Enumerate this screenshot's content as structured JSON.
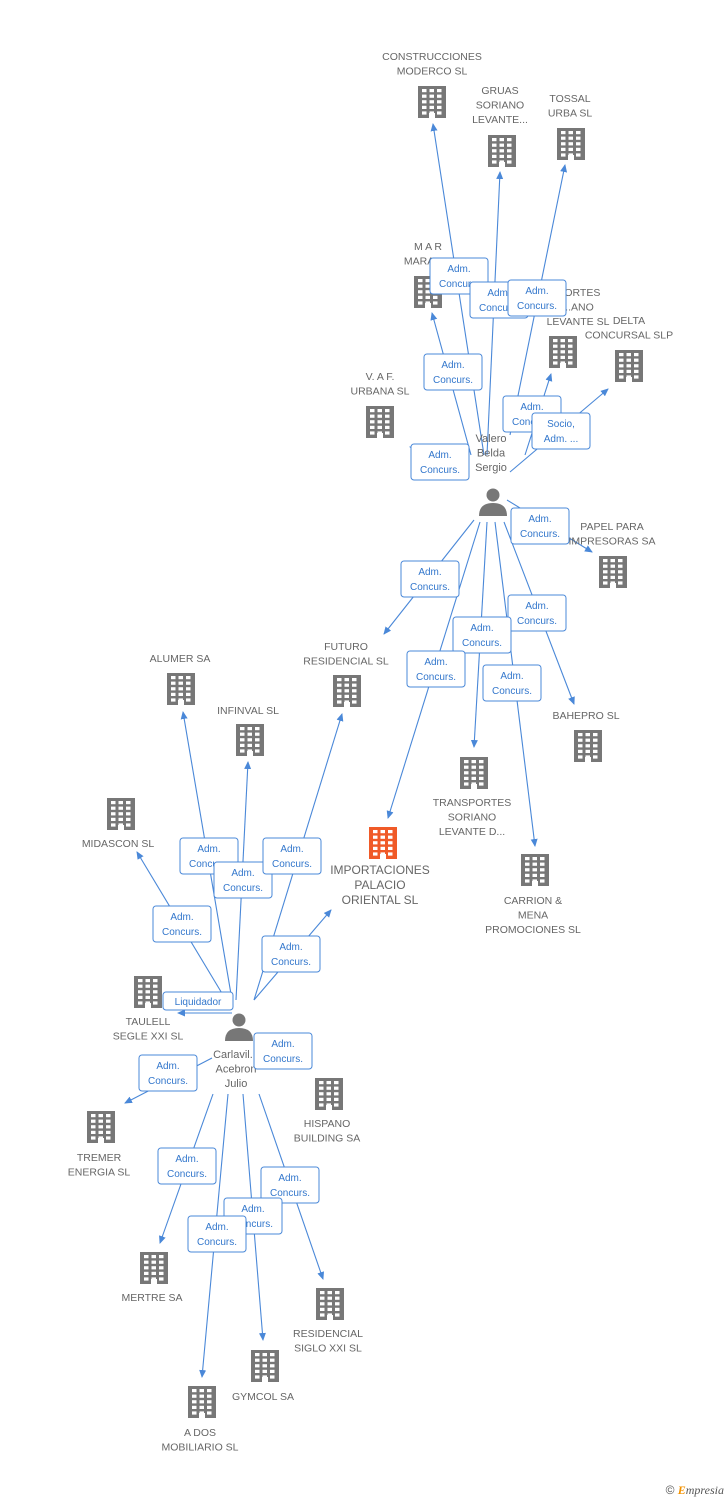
{
  "colors": {
    "building": "#777777",
    "main": "#f05a28",
    "person": "#777777",
    "edge": "#4a88d8",
    "edge_text": "#3377cc"
  },
  "icons": {
    "company": "building-icon",
    "person": "person-icon",
    "copyright": "copyright-icon"
  },
  "footer": {
    "copyright": "©",
    "brand_first": "E",
    "brand_rest": "mpresia"
  },
  "nodes": [
    {
      "id": "construcciones",
      "lines": [
        "CONSTRUCCIONES",
        "MODERCO SL"
      ]
    },
    {
      "id": "gruas",
      "lines": [
        "GRUAS",
        "SORIANO",
        "LEVANTE..."
      ]
    },
    {
      "id": "tossal",
      "lines": [
        "TOSSAL",
        "URBA SL"
      ]
    },
    {
      "id": "mar",
      "lines": [
        "M A R",
        "MARAVI..."
      ]
    },
    {
      "id": "transportes_top",
      "lines": [
        "...ORTES",
        "...ANO",
        "LEVANTE SL"
      ]
    },
    {
      "id": "delta",
      "lines": [
        "DELTA",
        "CONCURSAL SLP"
      ]
    },
    {
      "id": "vaf",
      "lines": [
        "V.  A F.",
        "URBANA SL"
      ]
    },
    {
      "id": "valero",
      "lines": [
        "Valero",
        "Belda",
        "Sergio"
      ]
    },
    {
      "id": "papel",
      "lines": [
        "PAPEL PARA",
        "IMPRESORAS SA"
      ]
    },
    {
      "id": "futuro",
      "lines": [
        "FUTURO",
        "RESIDENCIAL SL"
      ]
    },
    {
      "id": "alumer",
      "lines": [
        "ALUMER SA"
      ]
    },
    {
      "id": "infinval",
      "lines": [
        "INFINVAL SL"
      ]
    },
    {
      "id": "bahepro",
      "lines": [
        "BAHEPRO SL"
      ]
    },
    {
      "id": "transportes",
      "lines": [
        "TRANSPORTES",
        "SORIANO",
        "LEVANTE D..."
      ]
    },
    {
      "id": "midascon",
      "lines": [
        "MIDASCON SL"
      ]
    },
    {
      "id": "importaciones",
      "lines": [
        "IMPORTACIONES",
        "PALACIO",
        "ORIENTAL SL"
      ]
    },
    {
      "id": "carrion",
      "lines": [
        "CARRION &",
        "MENA",
        "PROMOCIONES SL"
      ]
    },
    {
      "id": "taulell",
      "lines": [
        "TAULELL",
        "SEGLE XXI SL"
      ]
    },
    {
      "id": "carlavilla",
      "lines": [
        "Carlavil...",
        "Acebron",
        "Julio"
      ]
    },
    {
      "id": "hispano",
      "lines": [
        "HISPANO",
        "BUILDING SA"
      ]
    },
    {
      "id": "tremer",
      "lines": [
        "TREMER",
        "ENERGIA SL"
      ]
    },
    {
      "id": "mertre",
      "lines": [
        "MERTRE SA"
      ]
    },
    {
      "id": "residencial",
      "lines": [
        "RESIDENCIAL",
        "SIGLO XXI SL"
      ]
    },
    {
      "id": "gymcol",
      "lines": [
        "GYMCOL SA"
      ]
    },
    {
      "id": "ados",
      "lines": [
        "A DOS",
        "MOBILIARIO SL"
      ]
    }
  ],
  "edges": [
    {
      "from": "valero",
      "to": "construcciones",
      "lines": [
        "Adm.",
        "Concurs."
      ]
    },
    {
      "from": "valero",
      "to": "gruas",
      "lines": [
        "Adm.",
        "Concurs."
      ]
    },
    {
      "from": "valero",
      "to": "tossal",
      "lines": [
        "Adm.",
        "Concurs."
      ]
    },
    {
      "from": "valero",
      "to": "mar",
      "lines": [
        "Adm.",
        "Concurs."
      ]
    },
    {
      "from": "valero",
      "to": "transportes_top",
      "lines": [
        "Adm.",
        "Concurs."
      ]
    },
    {
      "from": "valero",
      "to": "delta",
      "lines": [
        "Socio,",
        "Adm. ..."
      ]
    },
    {
      "from": "valero",
      "to": "vaf",
      "lines": [
        "Adm.",
        "Concurs."
      ]
    },
    {
      "from": "valero",
      "to": "papel",
      "lines": [
        "Adm.",
        "Concurs."
      ]
    },
    {
      "from": "valero",
      "to": "futuro",
      "lines": [
        "Adm.",
        "Concurs."
      ]
    },
    {
      "from": "valero",
      "to": "bahepro",
      "lines": [
        "Adm.",
        "Concurs."
      ]
    },
    {
      "from": "valero",
      "to": "transportes",
      "lines": [
        "Adm.",
        "Concurs."
      ]
    },
    {
      "from": "valero",
      "to": "importaciones",
      "lines": [
        "Adm.",
        "Concurs."
      ]
    },
    {
      "from": "valero",
      "to": "carrion",
      "lines": [
        "Adm.",
        "Concurs."
      ]
    },
    {
      "from": "carlavilla",
      "to": "alumer",
      "lines": [
        "Adm.",
        "Concurs."
      ]
    },
    {
      "from": "carlavilla",
      "to": "infinval",
      "lines": [
        "Adm.",
        "Concurs."
      ]
    },
    {
      "from": "carlavilla",
      "to": "futuro",
      "lines": [
        "Adm.",
        "Concurs."
      ]
    },
    {
      "from": "carlavilla",
      "to": "midascon",
      "lines": [
        "Adm.",
        "Concurs."
      ]
    },
    {
      "from": "carlavilla",
      "to": "importaciones",
      "lines": [
        "Adm.",
        "Concurs."
      ]
    },
    {
      "from": "carlavilla",
      "to": "taulell",
      "lines": [
        "Liquidador"
      ]
    },
    {
      "from": "carlavilla",
      "to": "hispano",
      "lines": [
        "Adm.",
        "Concurs."
      ]
    },
    {
      "from": "carlavilla",
      "to": "tremer",
      "lines": [
        "Adm.",
        "Concurs."
      ]
    },
    {
      "from": "carlavilla",
      "to": "mertre",
      "lines": [
        "Adm.",
        "Concurs."
      ]
    },
    {
      "from": "carlavilla",
      "to": "residencial",
      "lines": [
        "Adm.",
        "Concurs."
      ]
    },
    {
      "from": "carlavilla",
      "to": "gymcol",
      "lines": [
        "Adm.",
        "Concurs."
      ]
    },
    {
      "from": "carlavilla",
      "to": "ados",
      "lines": [
        "Adm.",
        "Concurs."
      ]
    }
  ]
}
